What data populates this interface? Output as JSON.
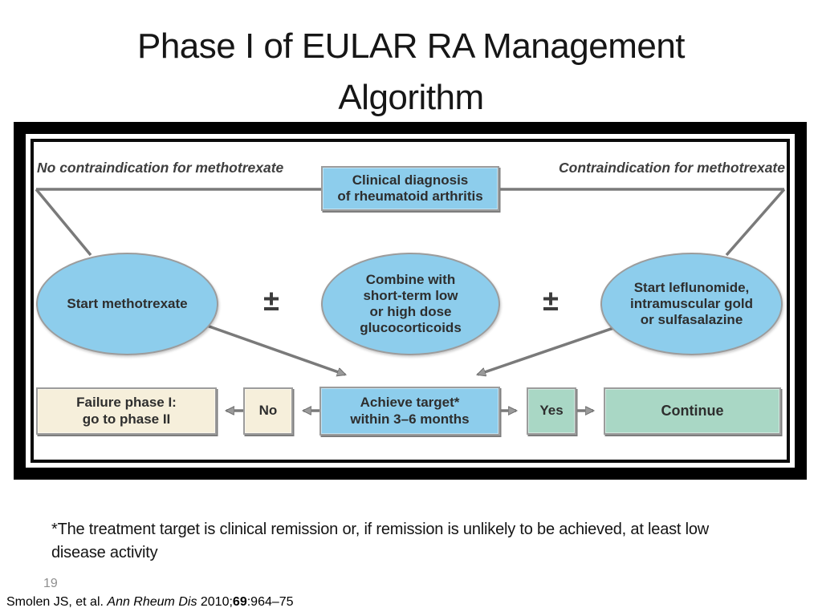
{
  "colors": {
    "box_blue": "#8dcdec",
    "box_green": "#a9d7c5",
    "box_cream": "#f6efdb",
    "line_gray": "#7a7a7a",
    "border_gray": "#9c9c9c",
    "frame_black": "#000000",
    "text_dark": "#2e2e2e"
  },
  "slide": {
    "title": {
      "line1": "Phase I of EULAR RA Management",
      "line2": "Algorithm"
    },
    "footnote": {
      "line1": "*The treatment target is clinical remission or, if remission is unlikely to be achieved, at least low",
      "line2": "disease activity"
    },
    "page_number": "19",
    "citation": {
      "authors": "Smolen JS, et al. ",
      "journal": "Ann Rheum Dis",
      "year": " 2010;",
      "volume": "69",
      "pages": ":964–75"
    }
  },
  "diagram": {
    "labels": {
      "no_contraindication": "No contraindication for methotrexate",
      "contraindication": "Contraindication for methotrexate"
    },
    "plus_minus": "±",
    "nodes": {
      "diagnosis": {
        "line1": "Clinical diagnosis",
        "line2": "of rheumatoid arthritis"
      },
      "start_methotrexate": {
        "line1": "Start methotrexate"
      },
      "combine_glucocorticoids": {
        "line1": "Combine with",
        "line2": "short-term low",
        "line3": "or high dose",
        "line4": "glucocorticoids"
      },
      "start_leflunomide": {
        "line1": "Start leflunomide,",
        "line2": "intramuscular gold",
        "line3": "or sulfasalazine"
      },
      "failure": {
        "line1": "Failure phase I:",
        "line2": "go to phase II"
      },
      "no": {
        "label": "No"
      },
      "achieve": {
        "line1": "Achieve target*",
        "line2": "within 3–6 months"
      },
      "yes": {
        "label": "Yes"
      },
      "continue": {
        "label": "Continue"
      }
    }
  }
}
